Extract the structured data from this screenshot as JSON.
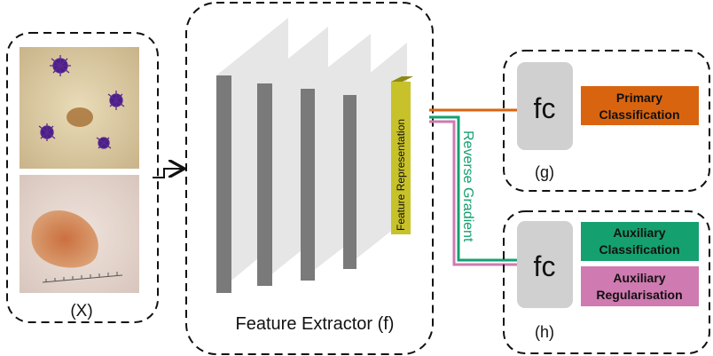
{
  "input": {
    "label": "(X)"
  },
  "extractor": {
    "label": "Feature Extractor (f)",
    "feature_label": "Feature Representation"
  },
  "gradient": {
    "label": "Reverse Gradient"
  },
  "primary_head": {
    "fc_label": "fc",
    "group_label": "(g)",
    "output_line1": "Primary",
    "output_line2": "Classification"
  },
  "auxiliary_head": {
    "fc_label": "fc",
    "group_label": "(h)",
    "output1_line1": "Auxiliary",
    "output1_line2": "Classification",
    "output2_line1": "Auxiliary",
    "output2_line2": "Regularisation"
  },
  "colors": {
    "primary": "#d9640f",
    "auxiliary_class": "#15a070",
    "auxiliary_reg": "#cf7ab0",
    "feature": "#c8c22a",
    "layer_front": "#7a7a7a",
    "layer_face": "#e6e6e6",
    "fc_box": "#d0d0d0"
  }
}
